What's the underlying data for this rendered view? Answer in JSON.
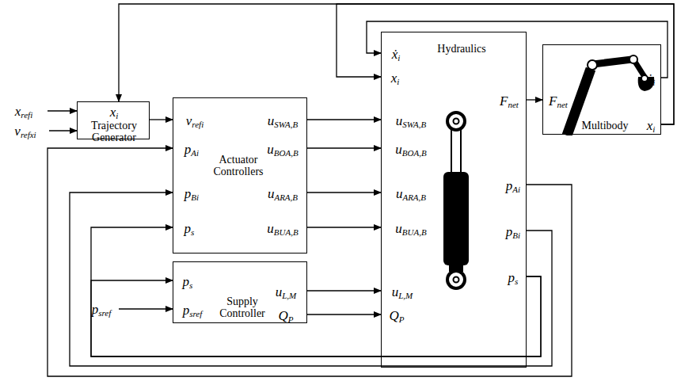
{
  "diagram": {
    "nodes": [
      {
        "text": [
          "xi",
          "Trajectory Generator"
        ]
      },
      {
        "text": [
          "vrefi",
          "pAi",
          "pBi",
          "ps",
          "Actuator Controllers",
          "uSWA,B",
          "uBOA,B",
          "uARA,B",
          "uBUA,B"
        ]
      },
      {
        "text": [
          "ẋi",
          "xi",
          "Hydraulics",
          "uSWA,B",
          "uBOA,B",
          "uARA,B",
          "uBUA,B",
          "uL,M",
          "QP",
          "Fnet",
          "pAi",
          "pBi",
          "ps"
        ]
      },
      {
        "text": [
          "Fnet",
          "ẋi",
          "xi",
          "Multibody"
        ]
      },
      {
        "text": [
          "ps",
          "psref",
          "Supply Controller",
          "uL,M",
          "QP"
        ]
      }
    ],
    "edges": [
      {
        "from": 0,
        "to": 1,
        "arrow": "to"
      },
      {
        "from": 1,
        "to": 2,
        "arrow": "to"
      },
      {
        "from": 1,
        "to": 2,
        "arrow": "to"
      },
      {
        "from": 1,
        "to": 2,
        "arrow": "to"
      },
      {
        "from": 1,
        "to": 2,
        "arrow": "to"
      },
      {
        "from": 4,
        "to": 2,
        "arrow": "to"
      },
      {
        "from": 4,
        "to": 2,
        "arrow": "to"
      },
      {
        "from": 2,
        "to": 3,
        "arrow": "to"
      },
      {
        "from": 3,
        "to": 2,
        "arrow": "to"
      },
      {
        "from": 3,
        "to": 2,
        "arrow": "to"
      },
      {
        "from": 3,
        "to": 0,
        "arrow": "to"
      },
      {
        "from": 2,
        "to": 1,
        "arrow": "to"
      },
      {
        "from": 2,
        "to": 1,
        "arrow": "to"
      },
      {
        "from": 2,
        "to": 1,
        "arrow": "to"
      },
      {
        "from": 2,
        "to": 4,
        "arrow": "to"
      }
    ],
    "labels": [
      "xrefi",
      "vrefxi",
      "psref"
    ]
  }
}
